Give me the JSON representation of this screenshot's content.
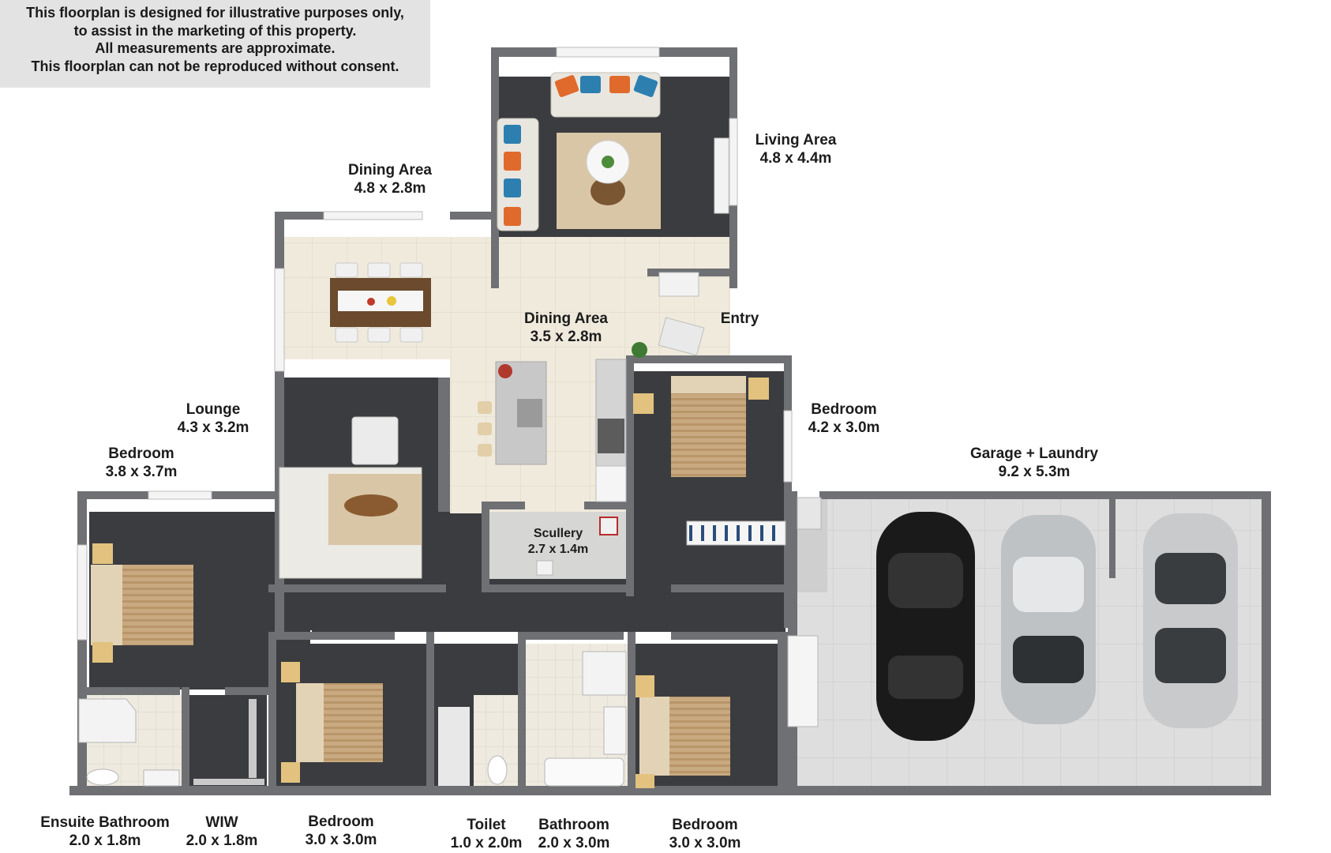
{
  "disclaimer": {
    "lines": [
      "This floorplan is designed for illustrative purposes only,",
      "to assist in the marketing of this property.",
      "All measurements are approximate.",
      "This floorplan can not be reproduced without consent."
    ]
  },
  "rooms": {
    "living": {
      "name": "Living Area",
      "dim": "4.8 x 4.4m"
    },
    "dining_top": {
      "name": "Dining Area",
      "dim": "4.8 x 2.8m"
    },
    "dining_mid": {
      "name": "Dining Area",
      "dim": "3.5 x 2.8m"
    },
    "entry": {
      "name": "Entry"
    },
    "lounge": {
      "name": "Lounge",
      "dim": "4.3 x 3.2m"
    },
    "bedroom_master": {
      "name": "Bedroom",
      "dim": "3.8 x 3.7m"
    },
    "bedroom_east": {
      "name": "Bedroom",
      "dim": "4.2 x 3.0m"
    },
    "garage": {
      "name": "Garage + Laundry",
      "dim": "9.2 x 5.3m"
    },
    "scullery": {
      "name": "Scullery",
      "dim": "2.7 x 1.4m"
    },
    "ensuite": {
      "name": "Ensuite Bathroom",
      "dim": "2.0 x 1.8m"
    },
    "wiw": {
      "name": "WIW",
      "dim": "2.0 x 1.8m"
    },
    "bedroom_3": {
      "name": "Bedroom",
      "dim": "3.0 x 3.0m"
    },
    "toilet": {
      "name": "Toilet",
      "dim": "1.0 x 2.0m"
    },
    "bathroom": {
      "name": "Bathroom",
      "dim": "2.0 x 3.0m"
    },
    "bedroom_4": {
      "name": "Bedroom",
      "dim": "3.0 x 3.0m"
    }
  },
  "colors": {
    "carpet": "#3b3c3f",
    "tile": "#efeadc",
    "wall": "#6e7073",
    "wall_top": "#ffffff",
    "garage_floor": "#dcdcdc",
    "bed_wood": "#c8a77c",
    "rug": "#d9c6a6"
  }
}
